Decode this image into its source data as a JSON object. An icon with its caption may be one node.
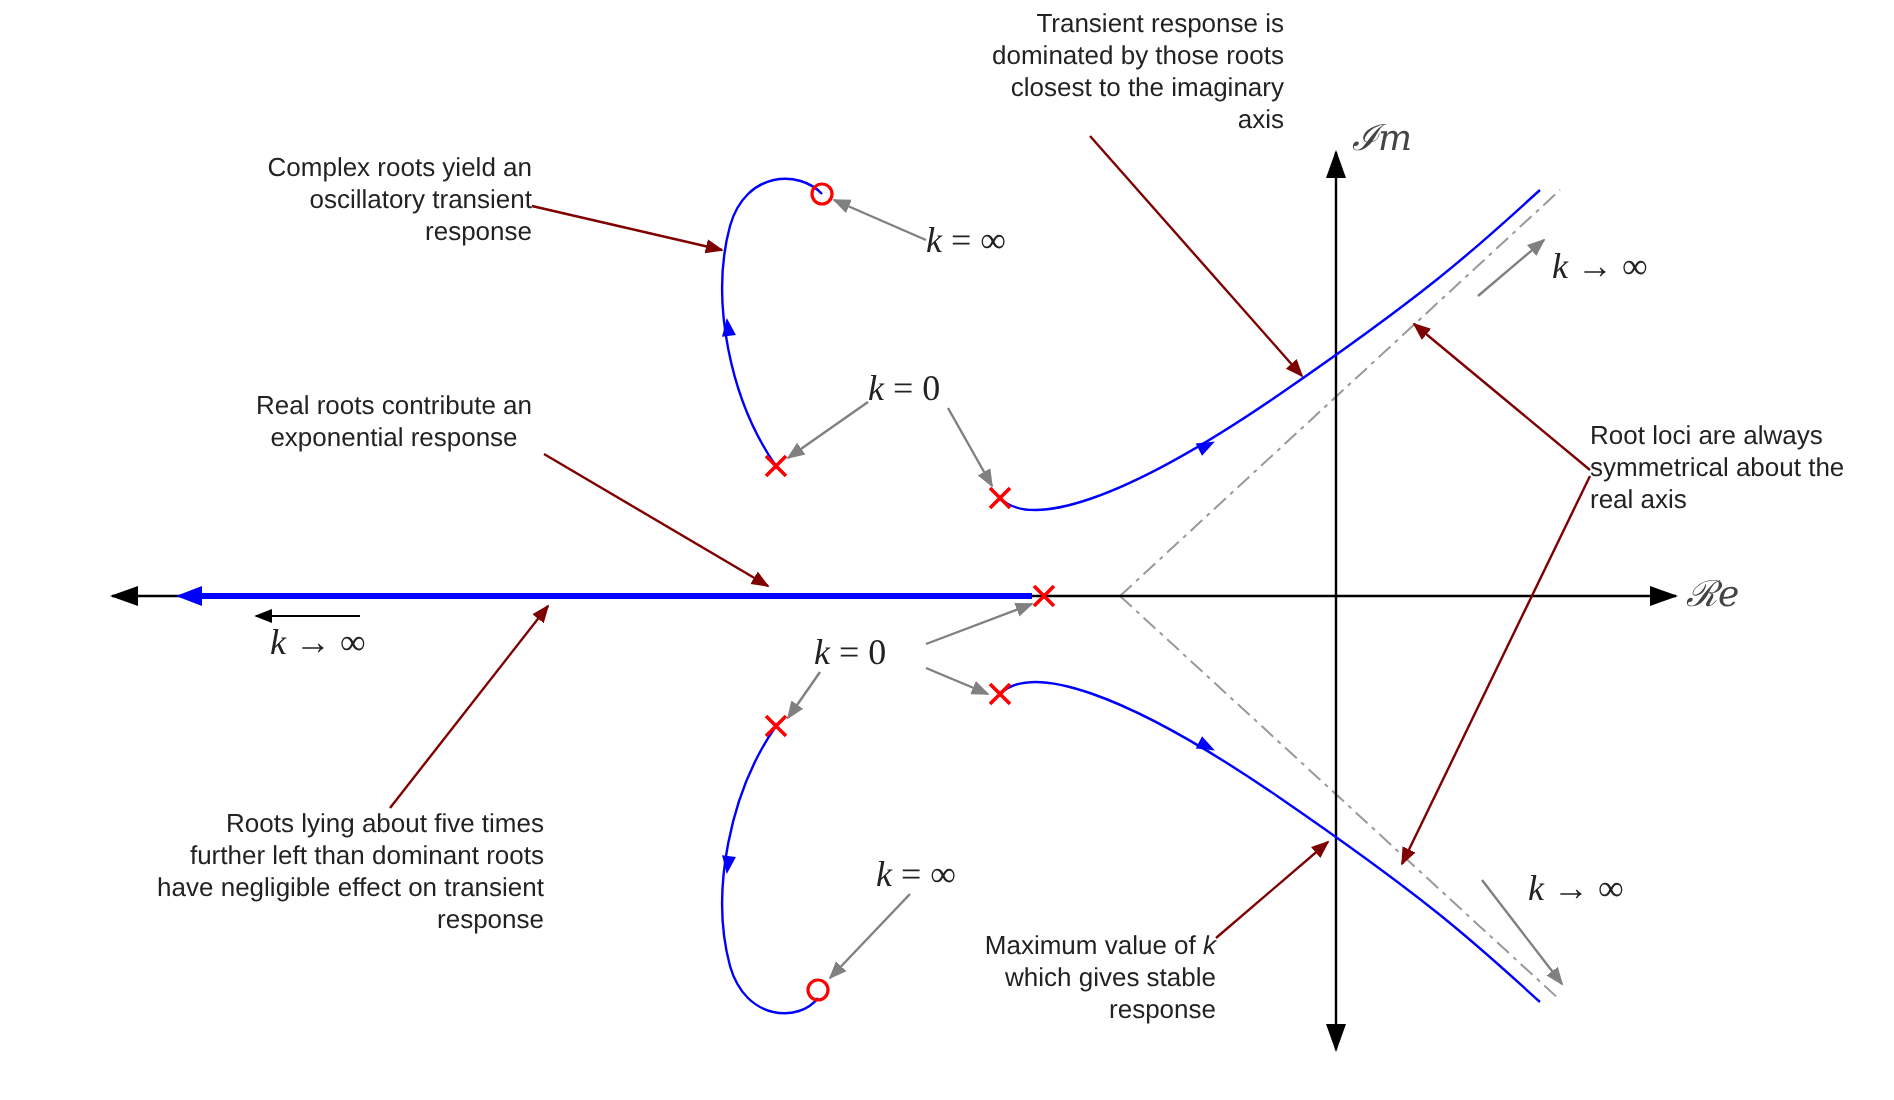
{
  "diagram": {
    "nodes": [
      {
        "text": [
          "Transient response is dominated by those roots closest to the imaginary axis"
        ]
      },
      {
        "text": [
          "Complex roots yield an oscillatory transient response"
        ]
      },
      {
        "text": [
          "*k* = ∞"
        ]
      },
      {
        "text": [
          "*k* → ∞"
        ]
      },
      {
        "text": [
          "*k* = 0"
        ]
      },
      {
        "text": [
          "Real roots contribute an exponential response"
        ]
      },
      {
        "text": [
          "Root loci are always symmetrical about the real axis"
        ]
      },
      {
        "text": [
          "*k* → ∞"
        ]
      },
      {
        "text": [
          "*k* = 0"
        ]
      },
      {
        "text": [
          "Roots lying about five times further left than dominant roots have negligible effect on transient response"
        ]
      },
      {
        "text": [
          "*k* = ∞"
        ]
      },
      {
        "text": [
          "*k* → ∞"
        ]
      },
      {
        "text": [
          "Maximum value of *k* which gives stable response"
        ]
      },
      {
        "text": [],
        "shape": "line"
      },
      {
        "text": [],
        "shape": "cross"
      },
      {
        "text": [],
        "shape": "cross"
      },
      {
        "text": [],
        "shape": "cross"
      },
      {
        "text": [],
        "shape": "cross"
      },
      {
        "text": [],
        "shape": "cross"
      },
      {
        "text": [],
        "shape": "circle"
      },
      {
        "text": [],
        "shape": "circle"
      }
    ],
    "edges": [
      {
        "from": 0,
        "to": null,
        "arrow": "to"
      },
      {
        "from": 1,
        "to": null,
        "arrow": "to"
      },
      {
        "from": 2,
        "to": 19,
        "arrow": "to",
        "color": "#808080"
      },
      {
        "from": 4,
        "to": 14,
        "arrow": "to",
        "color": "#808080"
      },
      {
        "from": 4,
        "to": 15,
        "arrow": "to",
        "color": "#808080"
      },
      {
        "from": 5,
        "to": 13,
        "arrow": "to"
      },
      {
        "from": 6,
        "to": null,
        "arrow": "to"
      },
      {
        "from": 6,
        "to": null,
        "arrow": "to"
      },
      {
        "from": 8,
        "to": 16,
        "arrow": "to",
        "color": "#808080"
      },
      {
        "from": 8,
        "to": 18,
        "arrow": "to",
        "color": "#808080"
      },
      {
        "from": 8,
        "to": 17,
        "arrow": "to",
        "color": "#808080"
      },
      {
        "from": 9,
        "to": 13,
        "arrow": "to"
      },
      {
        "from": 10,
        "to": 20,
        "arrow": "to",
        "color": "#808080"
      },
      {
        "from": 12,
        "to": null,
        "arrow": "to"
      }
    ],
    "labels": [
      "ℐm",
      "ℛe"
    ]
  }
}
